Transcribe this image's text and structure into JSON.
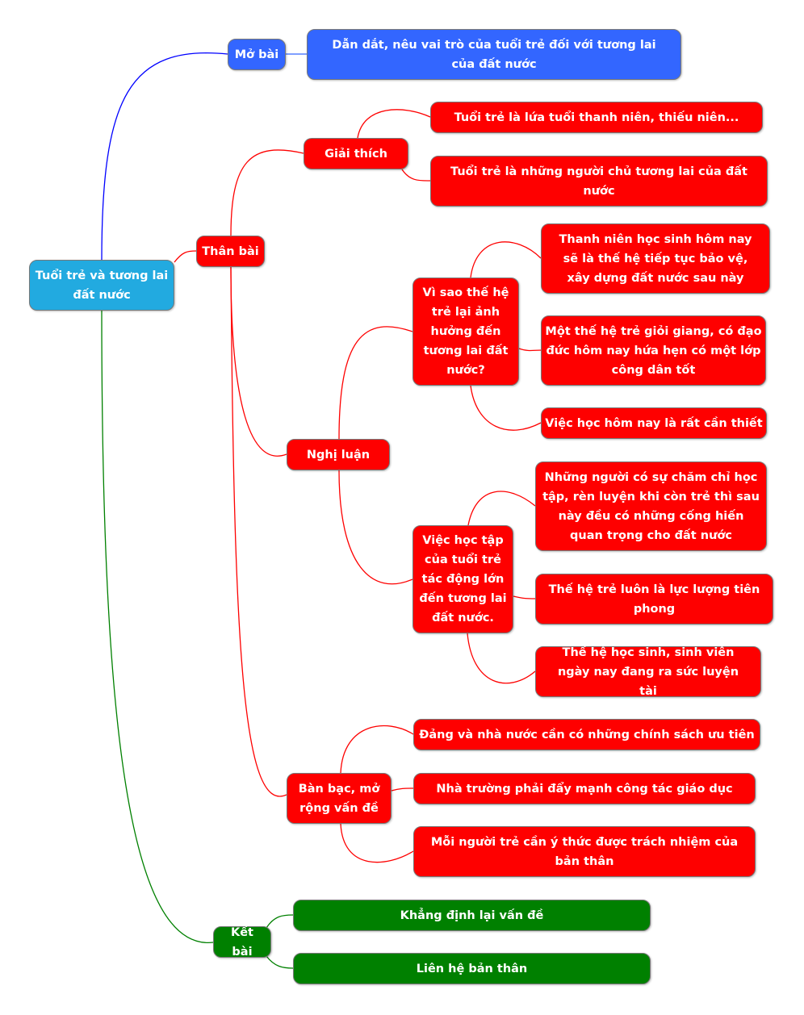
{
  "root": "Tuổi trẻ và tương lai đất nước",
  "colors": {
    "root": "#22aae0",
    "intro": "#3366ff",
    "body": "#fe0000",
    "conclusion": "#008000"
  },
  "mo_bai": {
    "label": "Mở bài",
    "children": [
      "Dẫn dắt, nêu vai trò của tuổi trẻ đối với tương lai của đất nước"
    ]
  },
  "than_bai": {
    "label": "Thân bài",
    "giai_thich": {
      "label": "Giải thích",
      "children": [
        "Tuổi trẻ là lứa tuổi thanh niên, thiếu niên...",
        "Tuổi trẻ là những người chủ tương lai của đất nước"
      ]
    },
    "nghi_luan": {
      "label": "Nghị luận",
      "vi_sao": {
        "label": "Vì sao thế hệ trẻ lại ảnh hưởng đến tương lai đất nước?",
        "children": [
          "Thanh niên học sinh hôm nay sẽ là thế hệ tiếp tục bảo vệ, xây dựng đất nước sau này",
          "Một thế hệ trẻ giỏi giang, có đạo đức hôm nay hứa hẹn có một lớp công dân tốt",
          "Việc học hôm nay là rất cần thiết"
        ]
      },
      "viec_hoc": {
        "label": "Việc học tập của tuổi trẻ tác động lớn đến tương lai đất nước.",
        "children": [
          "Những người có sự chăm chỉ học tập, rèn luyện khi còn trẻ thì sau này đều có những cống hiến quan trọng cho đất nước",
          "Thế hệ trẻ luôn là lực lượng tiên phong",
          "Thế hệ học sinh, sinh viên ngày nay đang ra sức luyện tài"
        ]
      }
    },
    "ban_bac": {
      "label": "Bàn bạc, mở rộng vấn đề",
      "children": [
        "Đảng và nhà nước cần có những chính sách ưu tiên",
        "Nhà trường phải đẩy mạnh công tác giáo dục",
        "Mỗi người trẻ cần ý thức được trách nhiệm của bản thân"
      ]
    }
  },
  "ket_bai": {
    "label": "Kết bài",
    "children": [
      "Khẳng định lại vấn đề",
      "Liên hệ bản thân"
    ]
  }
}
